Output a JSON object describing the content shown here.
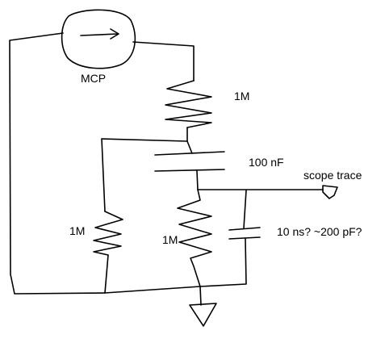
{
  "labels": {
    "mcp": "MCP",
    "r_top": "1M",
    "cap_100nf": "100 nF",
    "scope": "scope trace",
    "r_left": "1M",
    "r_mid": "1M",
    "cap_scope": "10 ns? ~200 pF?"
  },
  "colors": {
    "ink": "#000000",
    "background": "#ffffff"
  }
}
